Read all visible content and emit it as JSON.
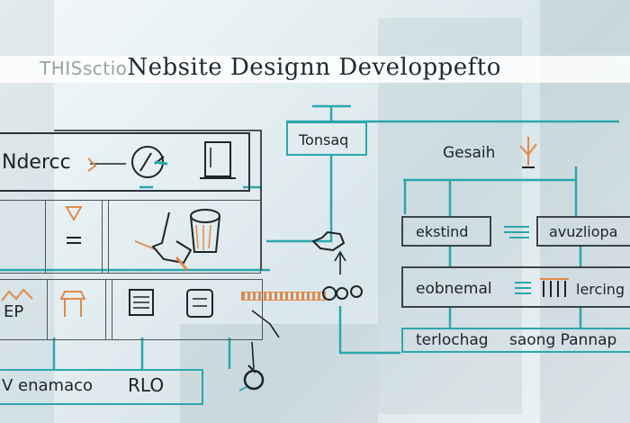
{
  "title": {
    "faded": "THISsctio",
    "main": "Nebsite Designn Developpefto"
  },
  "left": {
    "label_top": "Ndercc",
    "label_mid": "EP",
    "label_bottom_a": "V enamaco",
    "label_bottom_b": "RLO"
  },
  "right": {
    "top_box": "Tonsaq",
    "design_label": "Gesaih",
    "row1_a": "ekstind",
    "row1_b": "avuzliopa",
    "row2_a": "eobnemal",
    "row2_b": "lercing",
    "row3_a": "terlochag",
    "row3_b": "saong Pannap"
  },
  "colors": {
    "teal": "#2aa7ad",
    "orange": "#e08a4b",
    "ink": "#1c2428"
  }
}
